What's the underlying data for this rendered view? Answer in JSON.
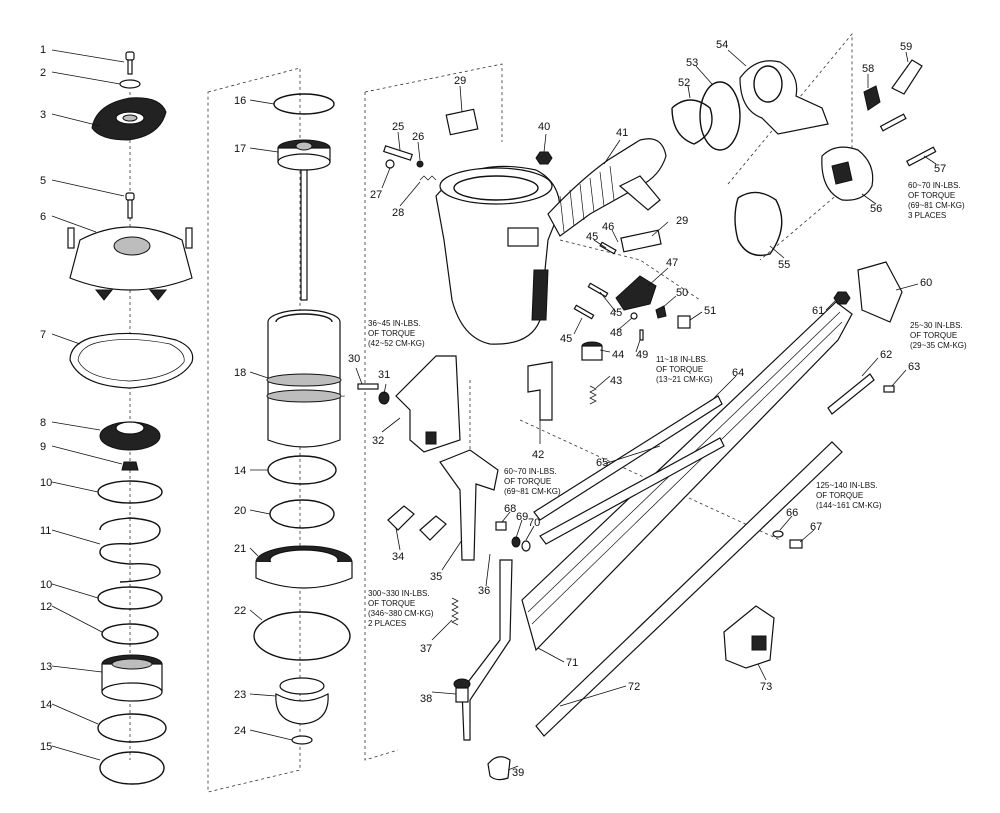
{
  "parts": [
    {
      "id": "1",
      "label": "1"
    },
    {
      "id": "2",
      "label": "2"
    },
    {
      "id": "3",
      "label": "3"
    },
    {
      "id": "5",
      "label": "5"
    },
    {
      "id": "6",
      "label": "6"
    },
    {
      "id": "7",
      "label": "7"
    },
    {
      "id": "8",
      "label": "8"
    },
    {
      "id": "9",
      "label": "9"
    },
    {
      "id": "10a",
      "label": "10"
    },
    {
      "id": "11",
      "label": "11"
    },
    {
      "id": "10b",
      "label": "10"
    },
    {
      "id": "12",
      "label": "12"
    },
    {
      "id": "13",
      "label": "13"
    },
    {
      "id": "14a",
      "label": "14"
    },
    {
      "id": "15",
      "label": "15"
    },
    {
      "id": "16",
      "label": "16"
    },
    {
      "id": "17",
      "label": "17"
    },
    {
      "id": "18",
      "label": "18"
    },
    {
      "id": "14b",
      "label": "14"
    },
    {
      "id": "20",
      "label": "20"
    },
    {
      "id": "21",
      "label": "21"
    },
    {
      "id": "22",
      "label": "22"
    },
    {
      "id": "23",
      "label": "23"
    },
    {
      "id": "24",
      "label": "24"
    },
    {
      "id": "25",
      "label": "25"
    },
    {
      "id": "26",
      "label": "26"
    },
    {
      "id": "27",
      "label": "27"
    },
    {
      "id": "28",
      "label": "28"
    },
    {
      "id": "29a",
      "label": "29"
    },
    {
      "id": "30",
      "label": "30"
    },
    {
      "id": "31",
      "label": "31"
    },
    {
      "id": "32",
      "label": "32"
    },
    {
      "id": "34",
      "label": "34"
    },
    {
      "id": "35",
      "label": "35"
    },
    {
      "id": "36",
      "label": "36"
    },
    {
      "id": "37",
      "label": "37"
    },
    {
      "id": "38",
      "label": "38"
    },
    {
      "id": "39",
      "label": "39"
    },
    {
      "id": "40",
      "label": "40"
    },
    {
      "id": "41",
      "label": "41"
    },
    {
      "id": "42",
      "label": "42"
    },
    {
      "id": "43",
      "label": "43"
    },
    {
      "id": "44",
      "label": "44"
    },
    {
      "id": "45a",
      "label": "45"
    },
    {
      "id": "45b",
      "label": "45"
    },
    {
      "id": "45c",
      "label": "45"
    },
    {
      "id": "46",
      "label": "46"
    },
    {
      "id": "29b",
      "label": "29"
    },
    {
      "id": "47",
      "label": "47"
    },
    {
      "id": "48",
      "label": "48"
    },
    {
      "id": "49",
      "label": "49"
    },
    {
      "id": "50",
      "label": "50"
    },
    {
      "id": "51",
      "label": "51"
    },
    {
      "id": "52",
      "label": "52"
    },
    {
      "id": "53",
      "label": "53"
    },
    {
      "id": "54",
      "label": "54"
    },
    {
      "id": "55",
      "label": "55"
    },
    {
      "id": "56",
      "label": "56"
    },
    {
      "id": "57",
      "label": "57"
    },
    {
      "id": "58",
      "label": "58"
    },
    {
      "id": "59",
      "label": "59"
    },
    {
      "id": "60",
      "label": "60"
    },
    {
      "id": "61",
      "label": "61"
    },
    {
      "id": "62",
      "label": "62"
    },
    {
      "id": "63",
      "label": "63"
    },
    {
      "id": "64",
      "label": "64"
    },
    {
      "id": "65",
      "label": "65"
    },
    {
      "id": "66",
      "label": "66"
    },
    {
      "id": "67",
      "label": "67"
    },
    {
      "id": "68",
      "label": "68"
    },
    {
      "id": "69",
      "label": "69"
    },
    {
      "id": "70",
      "label": "70"
    },
    {
      "id": "71",
      "label": "71"
    },
    {
      "id": "72",
      "label": "72"
    },
    {
      "id": "73",
      "label": "73"
    }
  ],
  "notes": [
    {
      "id": "n1",
      "lines": [
        "36~45 IN-LBS.",
        "OF TORQUE",
        "(42~52 CM-KG)"
      ]
    },
    {
      "id": "n2",
      "lines": [
        "60~70 IN-LBS.",
        "OF TORQUE",
        "(69~81 CM-KG)"
      ]
    },
    {
      "id": "n3",
      "lines": [
        "300~330 IN-LBS.",
        "OF TORQUE",
        "(346~380 CM-KG)",
        "2 PLACES"
      ]
    },
    {
      "id": "n4",
      "lines": [
        "11~18 IN-LBS.",
        "OF TORQUE",
        "(13~21 CM-KG)"
      ]
    },
    {
      "id": "n5",
      "lines": [
        "125~140 IN-LBS.",
        "OF TORQUE",
        "(144~161 CM-KG)"
      ]
    },
    {
      "id": "n6",
      "lines": [
        "25~30 IN-LBS.",
        "OF TORQUE",
        "(29~35 CM-KG)"
      ]
    },
    {
      "id": "n7",
      "lines": [
        "60~70 IN-LBS.",
        "OF TORQUE",
        "(69~81 CM-KG)",
        "3 PLACES"
      ]
    }
  ]
}
